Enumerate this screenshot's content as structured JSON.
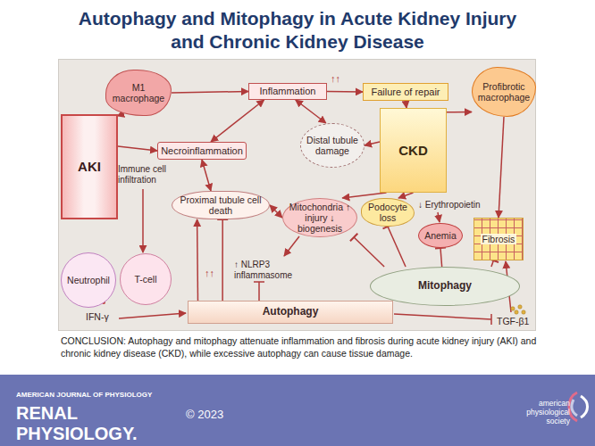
{
  "diagram": {
    "title": "Autophagy and Mitophagy in Acute Kidney Injury and Chronic Kidney Disease",
    "caption": "CONCLUSION: Autophagy and mitophagy attenuate inflammation and fibrosis during acute kidney injury (AKI) and chronic kidney disease (CKD), while excessive autophagy can cause tissue damage.",
    "nodes": [
      {
        "text": [
          "AKI"
        ]
      },
      {
        "text": [
          "M1 macrophage"
        ]
      },
      {
        "text": [
          "Inflammation"
        ]
      },
      {
        "text": [
          "Failure of repair"
        ]
      },
      {
        "text": [
          "Profibrotic macrophage"
        ]
      },
      {
        "text": [
          "Necroinflammation"
        ]
      },
      {
        "text": [
          "Distal tubule damage"
        ]
      },
      {
        "text": [
          "CKD"
        ]
      },
      {
        "text": [
          "Proximal tubule cell death"
        ]
      },
      {
        "text": [
          "Mitochondria ↑ injury ↓ biogenesis"
        ]
      },
      {
        "text": [
          "Podocyte loss"
        ]
      },
      {
        "text": [
          "Anemia"
        ]
      },
      {
        "text": [
          "Fibrosis"
        ]
      },
      {
        "text": [
          "Neutrophil"
        ]
      },
      {
        "text": [
          "T-cell"
        ]
      },
      {
        "text": [
          "Mitophagy"
        ]
      },
      {
        "text": [
          "Autophagy"
        ]
      }
    ],
    "edges": [
      {
        "from": 0,
        "to": 1,
        "arrow": "to"
      },
      {
        "from": 1,
        "to": 2,
        "arrow": "to"
      },
      {
        "from": 2,
        "to": 3,
        "arrow": "to"
      },
      {
        "from": 3,
        "to": 7,
        "arrow": "to"
      },
      {
        "from": 7,
        "to": 4,
        "arrow": "to"
      },
      {
        "from": 4,
        "to": 12,
        "arrow": "to"
      },
      {
        "from": 0,
        "to": 5,
        "arrow": "to"
      },
      {
        "from": 5,
        "to": 2,
        "arrow": "both"
      },
      {
        "from": 5,
        "to": 8,
        "arrow": "both"
      },
      {
        "from": 2,
        "to": 6,
        "arrow": "both"
      },
      {
        "from": 7,
        "to": 6,
        "arrow": "to"
      },
      {
        "from": 7,
        "to": 9,
        "arrow": "to"
      },
      {
        "from": 7,
        "to": 10,
        "arrow": "to"
      },
      {
        "from": 9,
        "to": 8,
        "arrow": "both"
      },
      {
        "from": 16,
        "to": 8,
        "arrow": "to"
      },
      {
        "from": 16,
        "to": 8,
        "arrow": "none"
      },
      {
        "from": 15,
        "to": 9,
        "arrow": "none"
      },
      {
        "from": 15,
        "to": 10,
        "arrow": "none"
      },
      {
        "from": 15,
        "to": 11,
        "arrow": "none"
      },
      {
        "from": 15,
        "to": 12,
        "arrow": "none"
      }
    ],
    "labels": [
      "Immune cell infiltration",
      "↑↑",
      "↑↑",
      "↑ NLRP3 inflammasome",
      "↓ Erythropoietin",
      "IFN-γ",
      "TGF-β1",
      "AMERICAN JOURNAL OF PHYSIOLOGY",
      "RENAL PHYSIOLOGY.",
      "© 2023",
      "american physiological society"
    ]
  }
}
